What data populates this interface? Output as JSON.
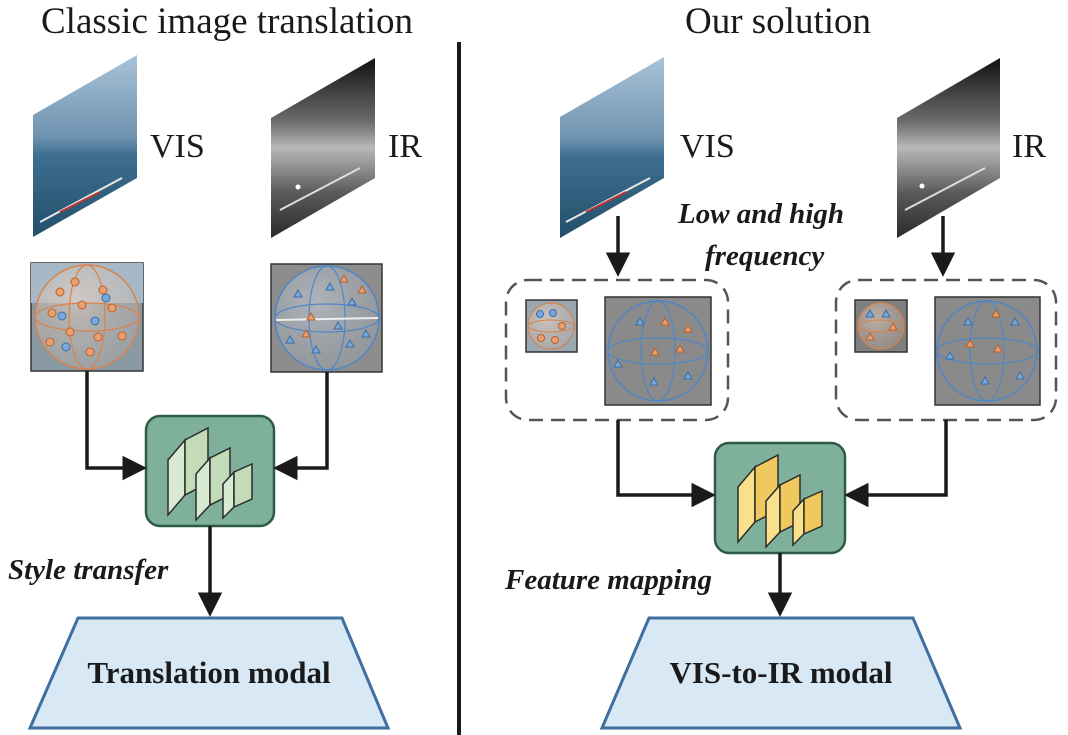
{
  "left": {
    "title": "Classic image translation",
    "vis_label": "VIS",
    "ir_label": "IR",
    "process_label": "Style transfer",
    "output_label": "Translation modal"
  },
  "right": {
    "title": "Our solution",
    "vis_label": "VIS",
    "ir_label": "IR",
    "frequency_label_line1": "Low and high",
    "frequency_label_line2": "frequency",
    "process_label": "Feature mapping",
    "output_label": "VIS-to-IR modal"
  },
  "colors": {
    "network_box": "#7fb09c",
    "network_box_border": "#2f5a48",
    "left_blocks": "#d9ead3",
    "right_blocks": "#f9e08a",
    "output_fill": "#d9e8f5",
    "output_border": "#3f6f9e",
    "feature_bg": "#8a8a8a",
    "sphere_orange": "#d9824a",
    "sphere_blue": "#4f86c6"
  },
  "icons": [
    "vis-image",
    "ir-image",
    "feature-sphere",
    "network-block",
    "arrow"
  ]
}
